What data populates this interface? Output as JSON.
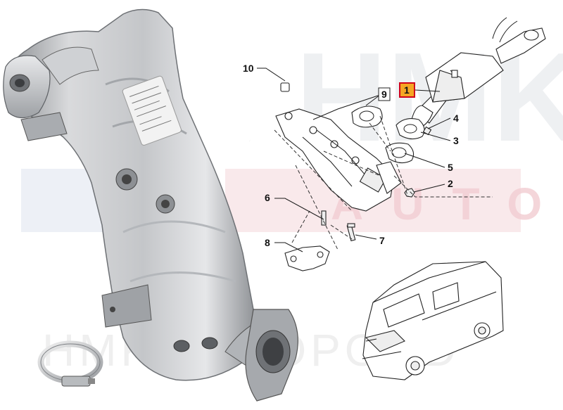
{
  "watermark": {
    "logo_text": "HMK",
    "band_text": "AUTO",
    "bottom_text": "HMK AUTOPOOD",
    "color_gray": "#e4e6ea",
    "color_red": "#f7dfe2",
    "color_blue": "#e3e7f1"
  },
  "callouts": [
    {
      "id": "1",
      "label": "1",
      "highlighted": true
    },
    {
      "id": "2",
      "label": "2"
    },
    {
      "id": "3",
      "label": "3"
    },
    {
      "id": "4",
      "label": "4"
    },
    {
      "id": "5",
      "label": "5"
    },
    {
      "id": "6",
      "label": "6"
    },
    {
      "id": "7",
      "label": "7"
    },
    {
      "id": "8",
      "label": "8"
    },
    {
      "id": "9",
      "label": "9",
      "boxed": true
    },
    {
      "id": "10",
      "label": "10"
    }
  ],
  "colors": {
    "highlight_fill": "#f5a623",
    "highlight_border": "#d0021b",
    "metal_light": "#d9dadc",
    "metal_mid": "#b6b8bb",
    "metal_dark": "#7d8084"
  },
  "icons": [
    "catalytic-converter-photo",
    "exhaust-clamp-photo",
    "van-vehicle-icon"
  ]
}
